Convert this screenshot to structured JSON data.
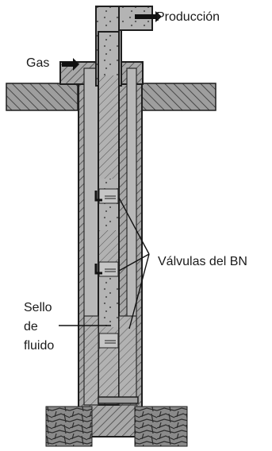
{
  "labels": {
    "production": "Producción",
    "gas": "Gas",
    "valves": "Válvulas del BN",
    "seal_line1": "Sello",
    "seal_line2": "de",
    "seal_line3": "fluido"
  },
  "colors": {
    "metal": "#a8a8a8",
    "metal_dark": "#8f8f8f",
    "hatch": "#3a3a3a",
    "outline": "#1e1e1e",
    "liquid": "#b6b6b6",
    "gas_bubbles": "#555555",
    "rock": "#7f7f7f"
  }
}
